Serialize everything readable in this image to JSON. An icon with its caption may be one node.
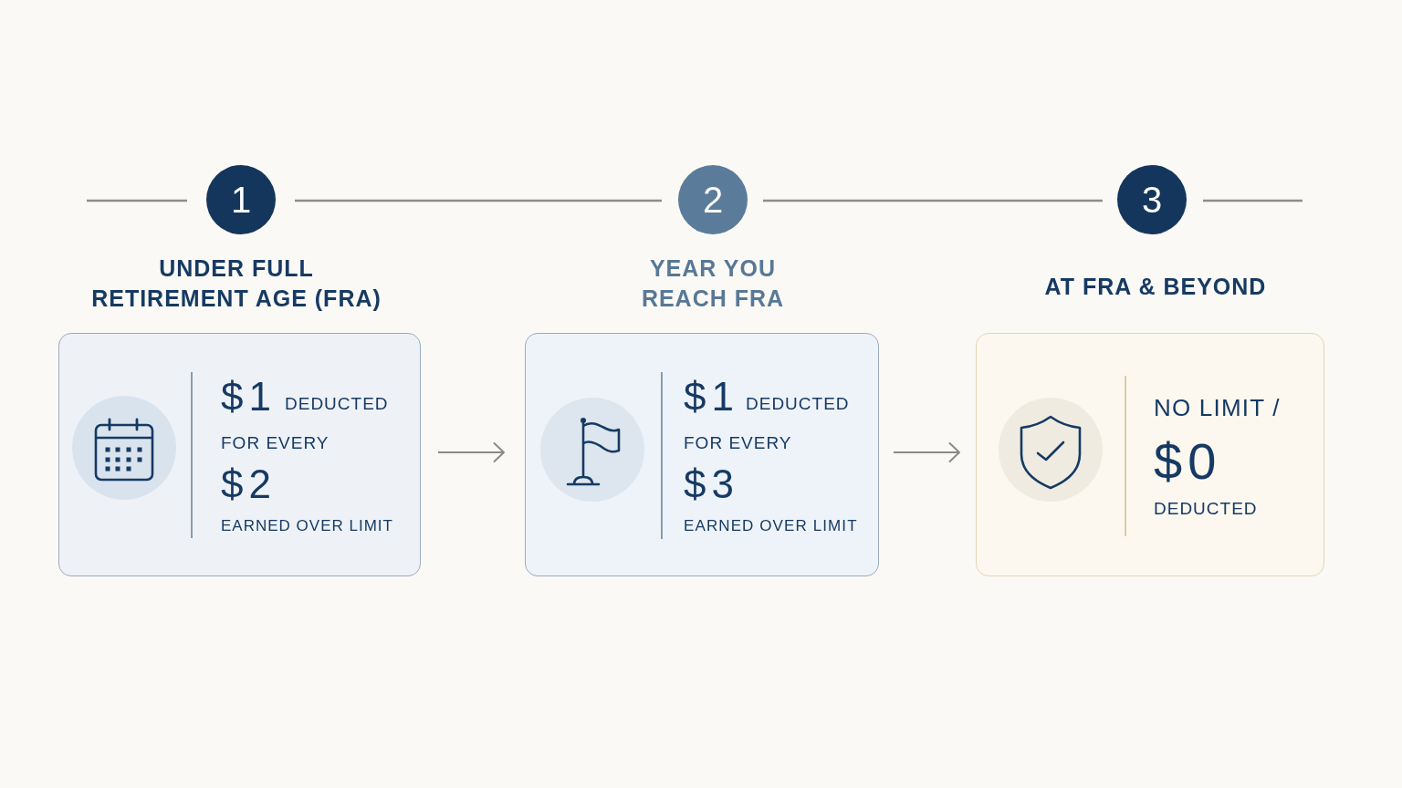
{
  "diagram": {
    "nodes": [
      {
        "text": [
          "1"
        ]
      },
      {
        "text": [
          "2"
        ]
      },
      {
        "text": [
          "3"
        ]
      },
      {
        "text": [
          "UNDER FULL RETIREMENT AGE (FRA)",
          "$1",
          "DEDUCTED",
          "FOR EVERY",
          "$2",
          "EARNED OVER LIMIT"
        ]
      },
      {
        "text": [
          "YEAR YOU REACH FRA",
          "$1",
          "DEDUCTED",
          "FOR EVERY",
          "$3",
          "EARNED OVER LIMIT"
        ]
      },
      {
        "text": [
          "AT FRA & BEYOND",
          "NO LIMIT /",
          "$0",
          "DEDUCTED"
        ]
      }
    ],
    "edges": [
      {
        "from": null,
        "to": 0,
        "arrow": "none"
      },
      {
        "from": 0,
        "to": 1,
        "arrow": "none"
      },
      {
        "from": 1,
        "to": 2,
        "arrow": "none"
      },
      {
        "from": 2,
        "to": null,
        "arrow": "none"
      },
      {
        "from": 3,
        "to": 4,
        "arrow": "to"
      },
      {
        "from": 4,
        "to": 5,
        "arrow": "to"
      }
    ]
  }
}
